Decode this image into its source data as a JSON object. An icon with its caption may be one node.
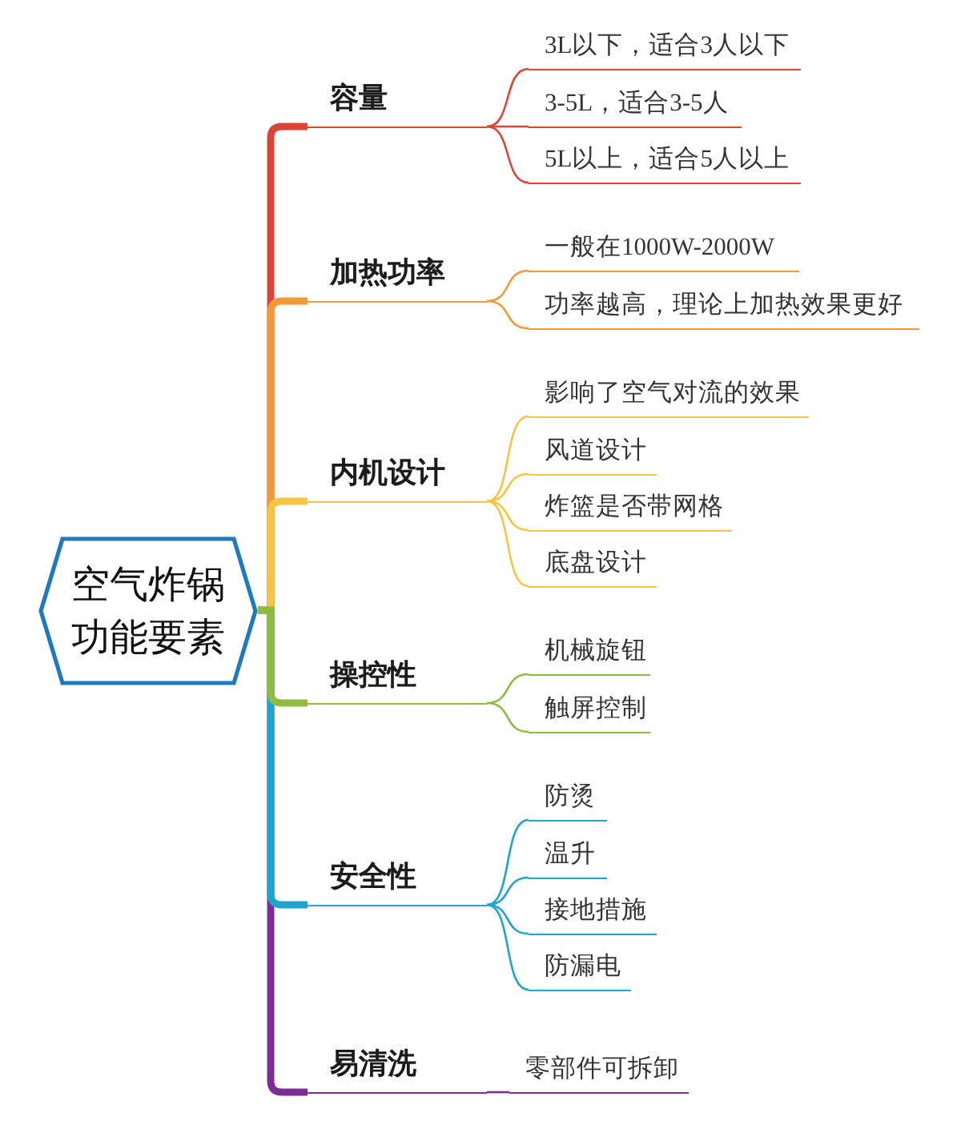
{
  "diagram": {
    "nodes": [
      {
        "text": [
          "空气炸锅功能要素"
        ]
      },
      {
        "text": [
          "容量"
        ]
      },
      {
        "text": [
          "3L以下，适合3人以下"
        ]
      },
      {
        "text": [
          "3-5L，适合3-5人"
        ]
      },
      {
        "text": [
          "5L以上，适合5人以上"
        ]
      },
      {
        "text": [
          "加热功率"
        ]
      },
      {
        "text": [
          "一般在1000W-2000W"
        ]
      },
      {
        "text": [
          "功率越高，理论上加热效果更好"
        ]
      },
      {
        "text": [
          "内机设计"
        ]
      },
      {
        "text": [
          "影响了空气对流的效果"
        ]
      },
      {
        "text": [
          "风道设计"
        ]
      },
      {
        "text": [
          "炸篮是否带网格"
        ]
      },
      {
        "text": [
          "底盘设计"
        ]
      },
      {
        "text": [
          "操控性"
        ]
      },
      {
        "text": [
          "机械旋钮"
        ]
      },
      {
        "text": [
          "触屏控制"
        ]
      },
      {
        "text": [
          "安全性"
        ]
      },
      {
        "text": [
          "防烫"
        ]
      },
      {
        "text": [
          "温升"
        ]
      },
      {
        "text": [
          "接地措施"
        ]
      },
      {
        "text": [
          "防漏电"
        ]
      },
      {
        "text": [
          "易清洗"
        ]
      },
      {
        "text": [
          "零部件可拆卸"
        ]
      }
    ],
    "edges": [
      {
        "from": 0,
        "to": 1,
        "arrow": "none",
        "style": "thick",
        "color": "#dc4437"
      },
      {
        "from": 1,
        "to": 2,
        "arrow": "none",
        "color": "#dc4437"
      },
      {
        "from": 1,
        "to": 3,
        "arrow": "none",
        "color": "#dc4437"
      },
      {
        "from": 1,
        "to": 4,
        "arrow": "none",
        "color": "#dc4437"
      },
      {
        "from": 0,
        "to": 5,
        "arrow": "none",
        "style": "thick",
        "color": "#f29a38"
      },
      {
        "from": 5,
        "to": 6,
        "arrow": "none",
        "color": "#f29a38"
      },
      {
        "from": 5,
        "to": 7,
        "arrow": "none",
        "color": "#f29a38"
      },
      {
        "from": 0,
        "to": 8,
        "arrow": "none",
        "style": "thick",
        "color": "#f5c543"
      },
      {
        "from": 8,
        "to": 9,
        "arrow": "none",
        "color": "#f5c543"
      },
      {
        "from": 8,
        "to": 10,
        "arrow": "none",
        "color": "#f5c543"
      },
      {
        "from": 8,
        "to": 11,
        "arrow": "none",
        "color": "#f5c543"
      },
      {
        "from": 8,
        "to": 12,
        "arrow": "none",
        "color": "#f5c543"
      },
      {
        "from": 0,
        "to": 13,
        "arrow": "none",
        "style": "thick",
        "color": "#8dbc3f"
      },
      {
        "from": 13,
        "to": 14,
        "arrow": "none",
        "color": "#8dbc3f"
      },
      {
        "from": 13,
        "to": 15,
        "arrow": "none",
        "color": "#8dbc3f"
      },
      {
        "from": 0,
        "to": 16,
        "arrow": "none",
        "style": "thick",
        "color": "#1ea5cd"
      },
      {
        "from": 16,
        "to": 17,
        "arrow": "none",
        "color": "#1ea5cd"
      },
      {
        "from": 16,
        "to": 18,
        "arrow": "none",
        "color": "#1ea5cd"
      },
      {
        "from": 16,
        "to": 19,
        "arrow": "none",
        "color": "#1ea5cd"
      },
      {
        "from": 16,
        "to": 20,
        "arrow": "none",
        "color": "#1ea5cd"
      },
      {
        "from": 0,
        "to": 21,
        "arrow": "none",
        "style": "thick",
        "color": "#7b2d95"
      },
      {
        "from": 21,
        "to": 22,
        "arrow": "none",
        "color": "#7b2d95"
      }
    ]
  }
}
